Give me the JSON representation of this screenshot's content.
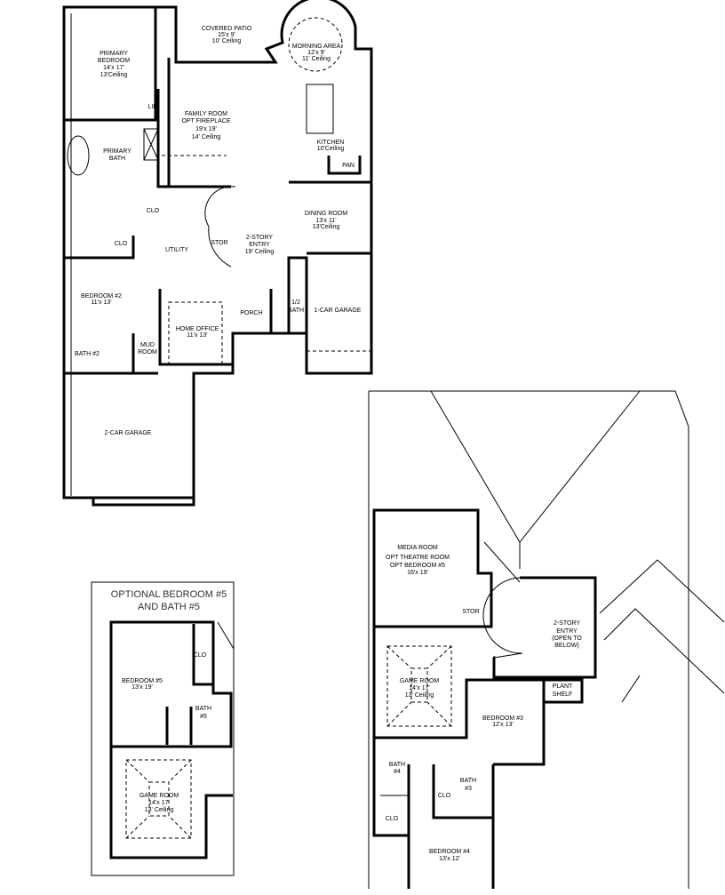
{
  "first_floor": {
    "primary_bedroom": [
      "PRIMARY",
      "BEDROOM",
      "14'x 17'",
      "13'Ceiling"
    ],
    "covered_patio": [
      "COVERED PATIO",
      "15'x 9'",
      "10' Ceiling"
    ],
    "morning_area": [
      "MORNING AREA",
      "12'x 9'",
      "11' Ceiling"
    ],
    "family_room": [
      "FAMILY ROOM",
      "OPT FIREPLACE",
      "19'x 19'",
      "14' Ceiling"
    ],
    "kitchen": [
      "KITCHEN",
      "10'Ceiling"
    ],
    "pantry": "PAN",
    "linen": "LIN",
    "primary_bath": [
      "PRIMARY",
      "BATH"
    ],
    "closet_primary": "CLO",
    "dining_room": [
      "DINING ROOM",
      "13'x 11'",
      "13'Ceiling"
    ],
    "closet_small": "CLO",
    "utility": "UTILITY",
    "storage": "STOR",
    "entry": [
      "2-STORY",
      "ENTRY",
      "19' Ceiling"
    ],
    "bedroom_2": [
      "BEDROOM #2",
      "11'x 13'"
    ],
    "home_office": [
      "HOME OFFICE",
      "11'x 13'"
    ],
    "porch": "PORCH",
    "half_bath": [
      "1/2",
      "BATH"
    ],
    "one_car_garage": "1-CAR GARAGE",
    "bath_2": "BATH #2",
    "mud_room": [
      "MUD",
      "ROOM"
    ],
    "two_car_garage": "2-CAR GARAGE"
  },
  "second_floor": {
    "media_room": [
      "MEDIA ROOM",
      "OPT THEATRE ROOM",
      "OPT BEDROOM #5",
      "16'x 19'"
    ],
    "storage": "STOR",
    "entry": [
      "2-STORY",
      "ENTRY",
      "(OPEN TO",
      "BELOW)"
    ],
    "game_room": [
      "GAME ROOM",
      "14'x 17'",
      "13' Ceiling"
    ],
    "plant_shelf": [
      "PLANT",
      "SHELF"
    ],
    "bedroom_3": [
      "BEDROOM #3",
      "12'x 13'"
    ],
    "bath_4": [
      "BATH",
      "#4"
    ],
    "bath_3": [
      "BATH",
      "#3"
    ],
    "closet_bath3": "CLO",
    "closet_bed4": "CLO",
    "bedroom_4": [
      "BEDROOM #4",
      "13'x 12'"
    ]
  },
  "optional_inset": {
    "title": [
      "OPTIONAL BEDROOM #5",
      "AND BATH #5"
    ],
    "bedroom_5": [
      "BEDROOM #5",
      "13'x 19'"
    ],
    "closet": "CLO",
    "bath_5": [
      "BATH",
      "#5"
    ],
    "game_room": [
      "GAME ROOM",
      "14'x 17'",
      "13' Ceiling"
    ]
  }
}
